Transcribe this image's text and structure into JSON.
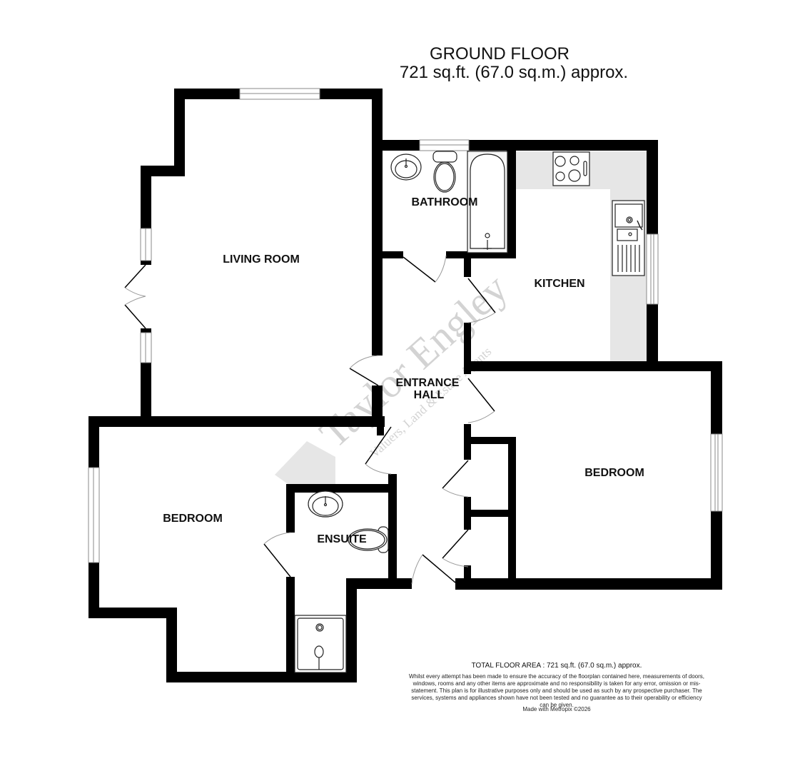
{
  "header": {
    "floor_title": "GROUND FLOOR",
    "floor_area": "721 sq.ft. (67.0 sq.m.) approx."
  },
  "rooms": {
    "living_room": "LIVING ROOM",
    "bathroom": "BATHROOM",
    "kitchen": "KITCHEN",
    "entrance_hall_line1": "ENTRANCE",
    "entrance_hall_line2": "HALL",
    "bedroom_right": "BEDROOM",
    "bedroom_left": "BEDROOM",
    "ensuite": "ENSUITE"
  },
  "watermark": {
    "brand": "Taylor Engley",
    "tagline": "Valuers, Land & Estate Agents"
  },
  "footer": {
    "total_area": "TOTAL FLOOR AREA : 721 sq.ft. (67.0 sq.m.) approx.",
    "disclaimer": "Whilst every attempt has been made to ensure the accuracy of the floorplan contained here, measurements of doors, windows, rooms and any other items are approximate and no responsibility is taken for any error, omission or mis-statement. This plan is for illustrative purposes only and should be used as such by any prospective purchaser. The services, systems and appliances shown have not been tested and no guarantee as to their operability or efficiency can be given.",
    "made_with": "Made with Metropix ©2026"
  },
  "colors": {
    "wall": "#000000",
    "worktop": "#e6e6e6",
    "watermark": "#cfcfcf",
    "window_line": "#888888"
  }
}
